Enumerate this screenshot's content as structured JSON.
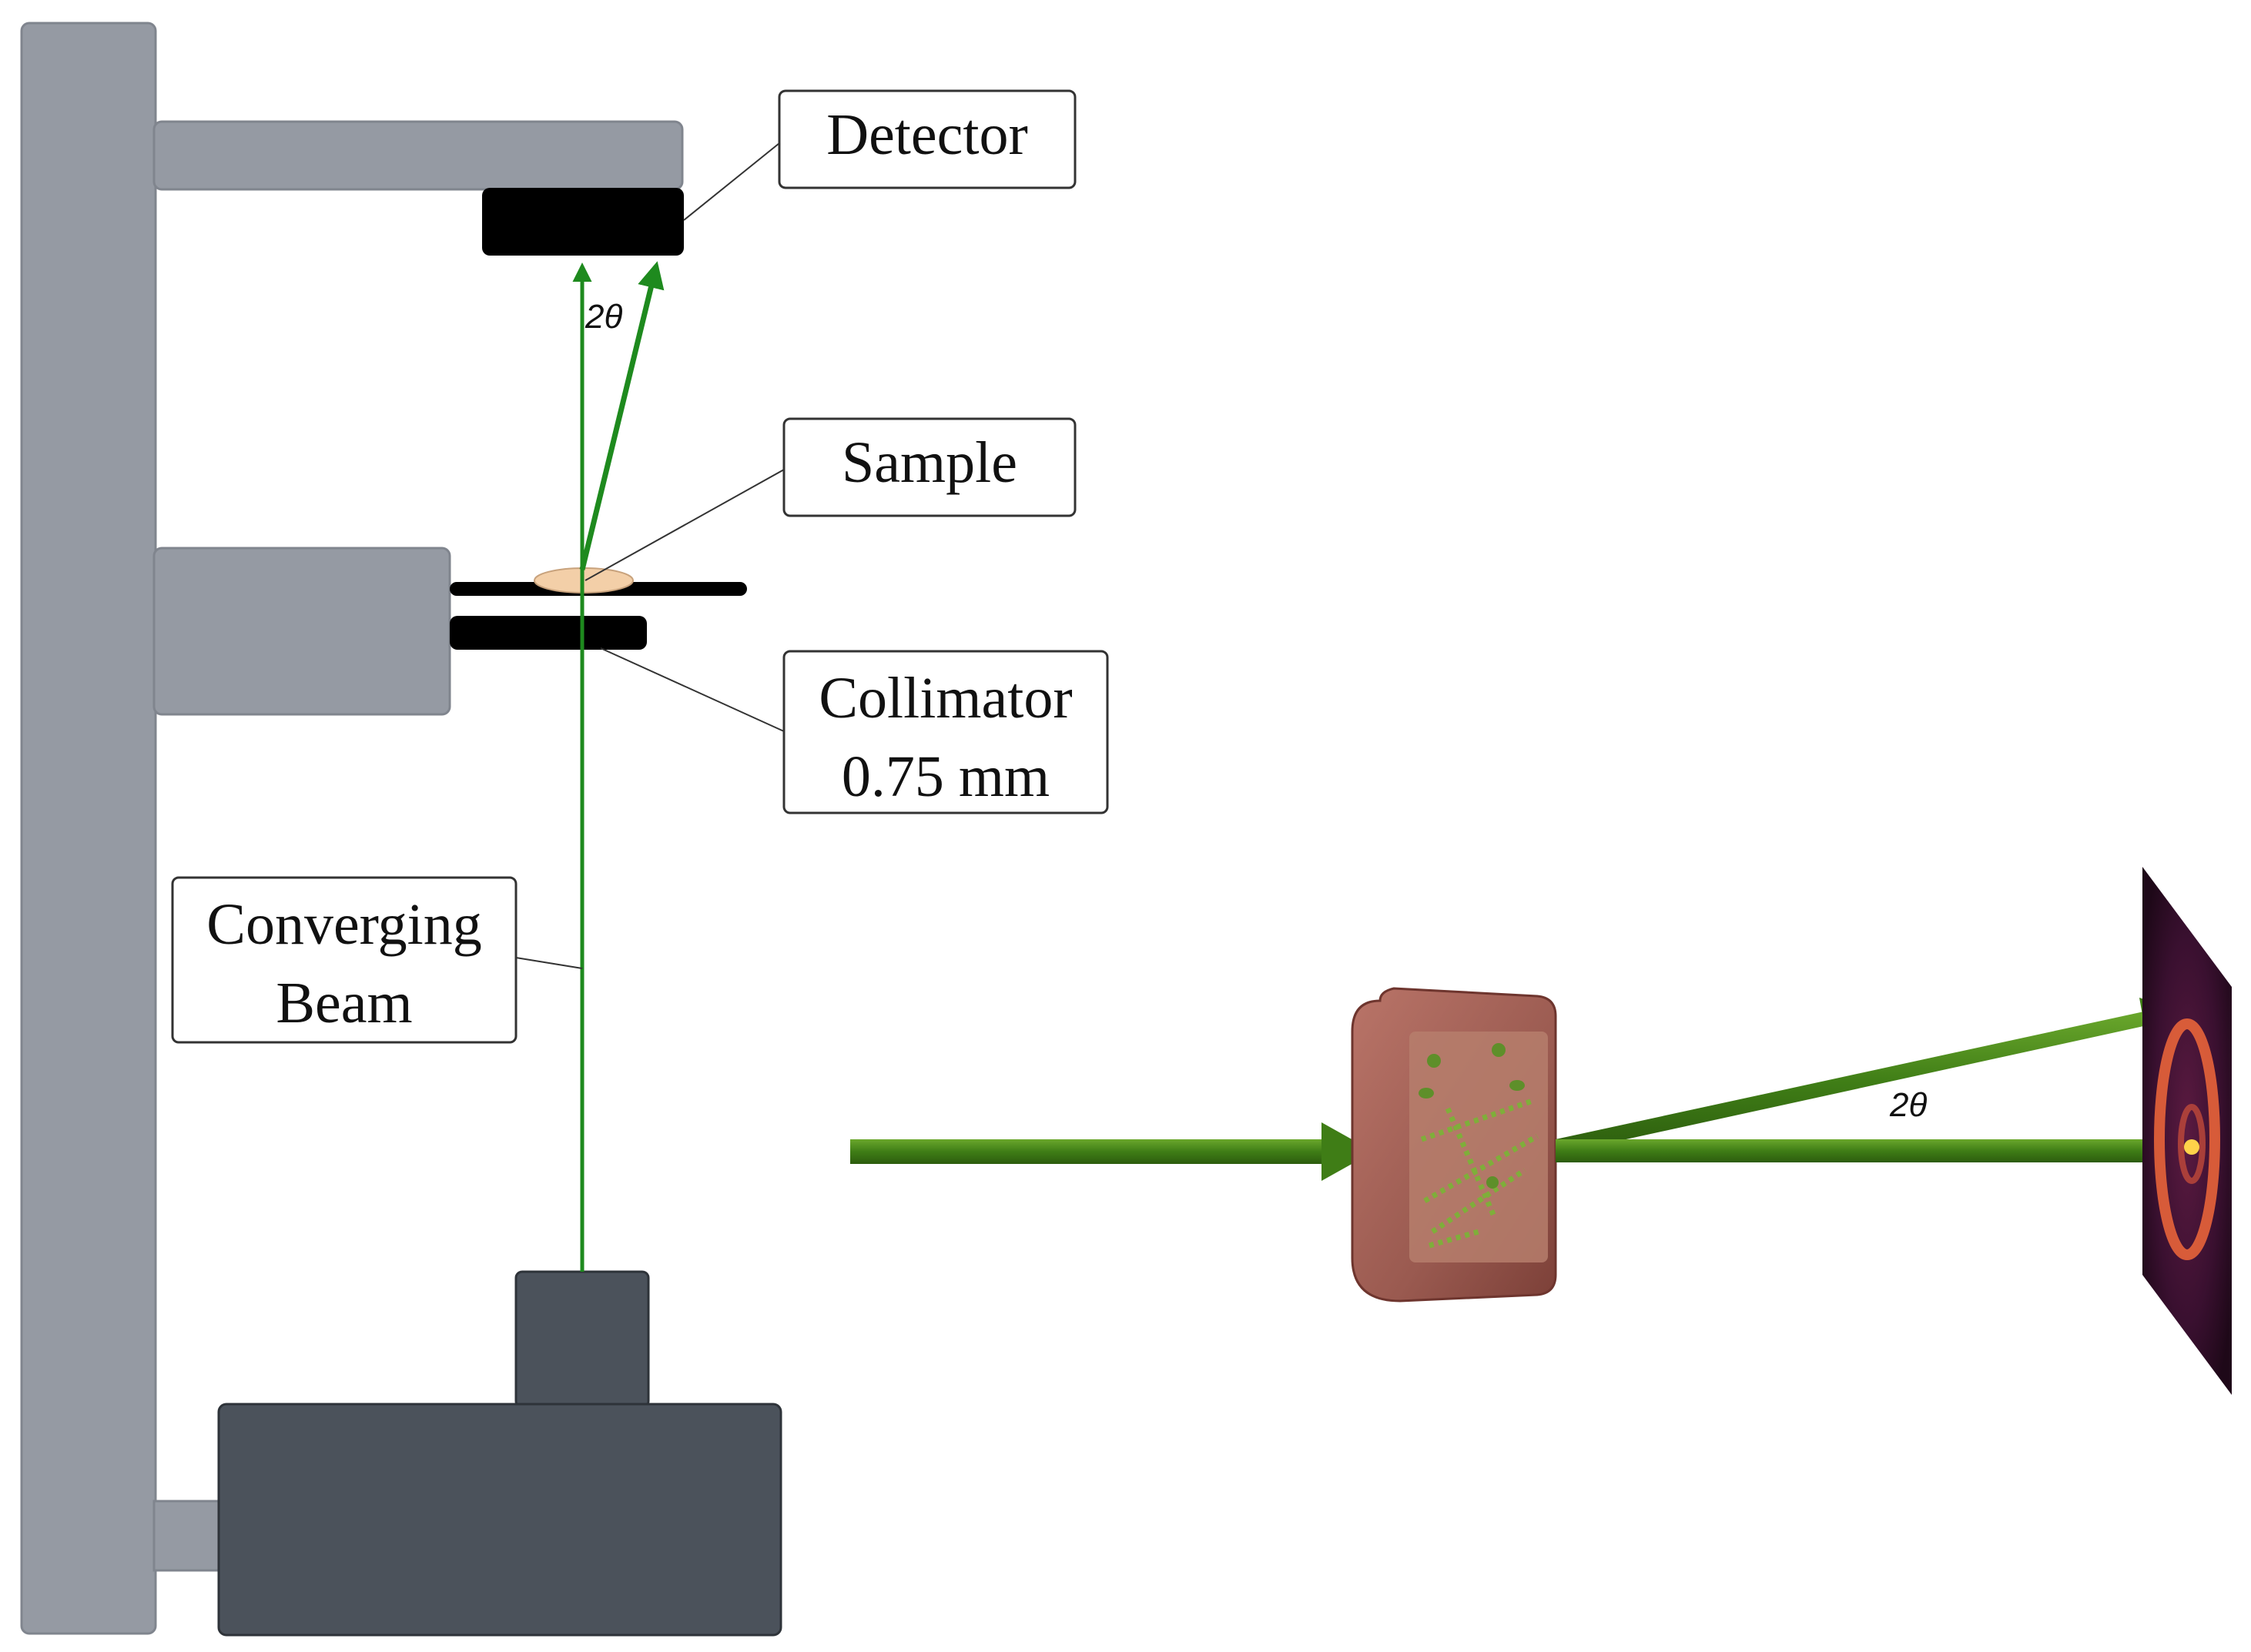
{
  "labels": {
    "detector": "Detector",
    "sample": "Sample",
    "collimator_line1": "Collimator",
    "collimator_line2": "0.75 mm",
    "beam_line1": "Converging",
    "beam_line2": "Beam"
  },
  "angles": {
    "left": "2θ",
    "right": "2θ"
  },
  "colors": {
    "frame": "#959aa3",
    "source": "#4b525b",
    "detector_block": "#000000",
    "beam": "#1e8a1e",
    "beam_3d": "#4e8a1e",
    "sample_disc": "#f3cfa8",
    "sample_block": "#a46459",
    "screen": "#3a1230",
    "ring": "#e8643a"
  }
}
